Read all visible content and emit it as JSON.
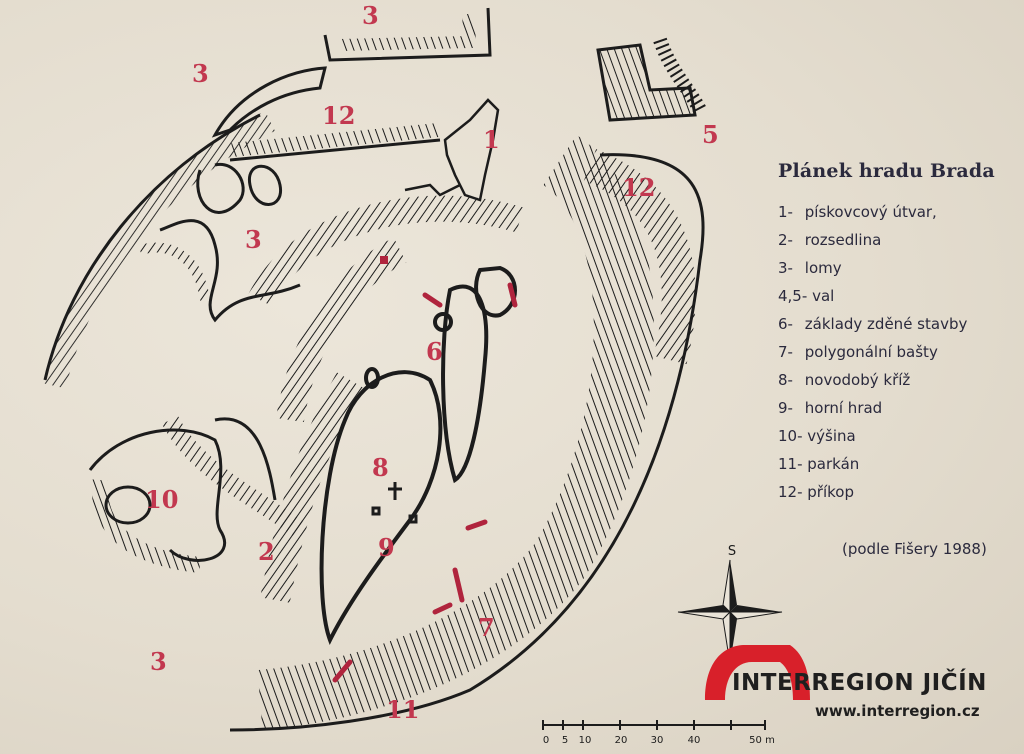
{
  "legend": {
    "title": "Plánek hradu Brada",
    "items": [
      {
        "num": "1-",
        "text": "pískovcový útvar,"
      },
      {
        "num": "2-",
        "text": "rozsedlina"
      },
      {
        "num": "3-",
        "text": "lomy"
      },
      {
        "num": "4,5-",
        "text": "val"
      },
      {
        "num": "6-",
        "text": "základy zděné stavby"
      },
      {
        "num": "7-",
        "text": "polygonální bašty"
      },
      {
        "num": "8-",
        "text": "novodobý kříž"
      },
      {
        "num": "9-",
        "text": "horní hrad"
      },
      {
        "num": "10-",
        "text": "výšina"
      },
      {
        "num": "11-",
        "text": "parkán"
      },
      {
        "num": "12-",
        "text": "příkop"
      }
    ]
  },
  "source": "(podle Fišery 1988)",
  "compass": {
    "north_label": "S"
  },
  "scale_bar": {
    "ticks": [
      "0",
      "5",
      "10",
      "20",
      "30",
      "40",
      "50 m"
    ]
  },
  "logo": {
    "name": "INTERREGION JIČÍN",
    "url": "www.interregion.cz"
  },
  "map_labels": {
    "l1": "1",
    "l2": "2",
    "l3a": "3",
    "l3b": "3",
    "l3c": "3",
    "l3d": "3",
    "l5": "5",
    "l6": "6",
    "l7": "7",
    "l8": "8",
    "l9": "9",
    "l10": "10",
    "l11": "11",
    "l12a": "12",
    "l12b": "12"
  },
  "colors": {
    "ink": "#1c1c1c",
    "label_red": "#c2384f",
    "logo_red": "#d8202a",
    "text": "#2b2a3d"
  }
}
